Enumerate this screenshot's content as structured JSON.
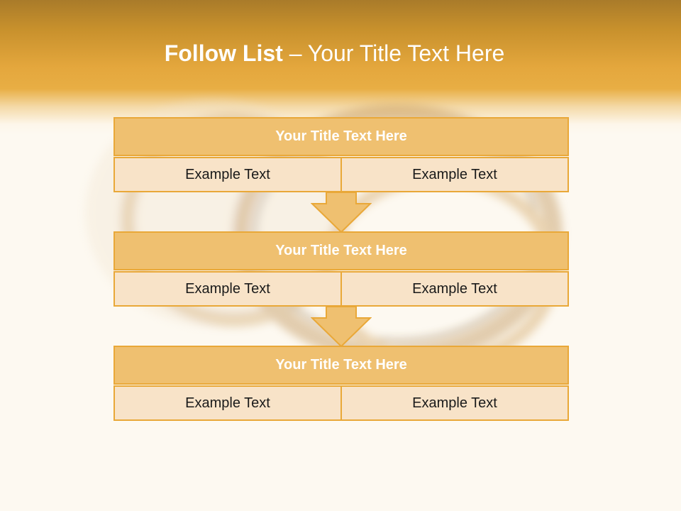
{
  "title": {
    "bold": "Follow List",
    "rest": "– Your Title Text Here"
  },
  "blocks": [
    {
      "title": "Your Title Text Here",
      "left": "Example Text",
      "right": "Example Text"
    },
    {
      "title": "Your Title Text Here",
      "left": "Example Text",
      "right": "Example Text"
    },
    {
      "title": "Your Title Text Here",
      "left": "Example Text",
      "right": "Example Text"
    }
  ],
  "colors": {
    "header_gold": "#e4a73d",
    "block_title_fill": "#efc070",
    "cell_fill": "#f8e3c8",
    "border": "#e9a838",
    "arrow_fill": "#efc070"
  }
}
